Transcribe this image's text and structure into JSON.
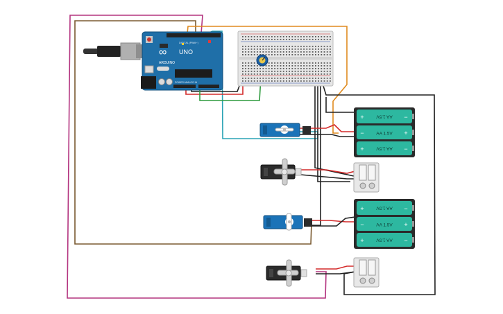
{
  "arduino": {
    "brand_text": "ARDUINO",
    "model_text": "UNO",
    "logo_glyph": "∞",
    "board_color": "#1f6fa8",
    "header_label_digital": "DIGITAL (PWM~)",
    "header_label_power": "POWER  ANALOG IN"
  },
  "battery_packs": [
    {
      "cells": [
        "AA 1.5V",
        "AA 1.5V",
        "AA 1.5V"
      ],
      "flipped": [
        true,
        false,
        true
      ]
    },
    {
      "cells": [
        "AA 1.5V",
        "AA 1.5V",
        "AA 1.5V"
      ],
      "flipped": [
        true,
        false,
        true
      ]
    }
  ],
  "battery_signs": {
    "plus": "+",
    "minus": "−"
  },
  "colors": {
    "wire_red": "#d42a2a",
    "wire_black": "#222222",
    "wire_orange": "#e08a1e",
    "wire_green": "#2e9a3e",
    "wire_teal": "#2aa3b5",
    "wire_brown": "#7a5a30",
    "wire_magenta": "#b3337f",
    "battery_green": "#2db8a0",
    "servo_blue": "#1b73b8",
    "servo_black": "#2b2b2b",
    "breadboard": "#e6e6e6"
  }
}
